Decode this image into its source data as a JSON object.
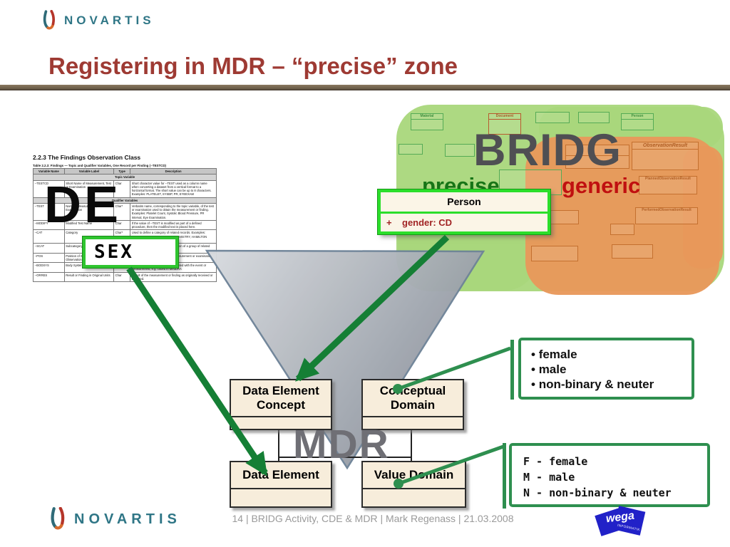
{
  "slide": {
    "title": "Registering in MDR – “precise” zone",
    "footer": "14 | BRIDG Activity, CDE & MDR | Mark Regenass | 21.03.2008"
  },
  "logos": {
    "novartis": "NOVARTIS",
    "wega": "wega",
    "wega_sub": "INFORMATIK"
  },
  "bridg": {
    "label": "BRIDG",
    "precise": "precise",
    "generic": "generic",
    "green_classes": {
      "material": "Material",
      "document": "Document",
      "person": "Person"
    },
    "orange_classes": {
      "observation_result": "ObservationResult",
      "planned_observation_result": "PlannedObservationResult",
      "performed_observation_result": "PerformedObservationResult"
    }
  },
  "person_class": {
    "name": "Person",
    "plus": "+",
    "attribute": "gender:  CD"
  },
  "annotations": {
    "de": "DE",
    "sex": "SEX"
  },
  "findings_table": {
    "heading": "2.2.3 The Findings Observation Class",
    "caption": "Table 2.2.3: Findings — Topic and Qualifier Variables, One Record per Finding (--TESTCD)",
    "columns": [
      "Variable Name",
      "Variable Label",
      "Type",
      "Description"
    ],
    "rows": [
      {
        "band": "Topic Variable"
      },
      {
        "cells": [
          "--TESTCD",
          "Short Name of Measurement, Test or Examination",
          "Char",
          "Short character value for --TEST used as a column name when converting a dataset from a vertical format to a horizontal format. The short value can be up to 8 characters. Examples: PLATELET, SYSBP, PR, EYEEXAM"
        ]
      },
      {
        "band": "Qualifier Variables"
      },
      {
        "cells": [
          "--TEST",
          "Name of Measurement, Test or Examination",
          "Char*",
          "Verbatim name, corresponding to the topic variable, of the test or examination used to obtain the measurement or finding. Examples: Platelet Count, Systolic Blood Pressure, PR Interval, Eye Examination."
        ]
      },
      {
        "cells": [
          "--MODIFY",
          "Modified Test Name",
          "Char",
          "If the value of --TEST is modified as part of a defined procedure, then the modified text is placed here."
        ]
      },
      {
        "cells": [
          "--CAT",
          "Category",
          "Char*",
          "Used to define a category of related records. Examples: HEMATOLOGY, URINALYSIS, CHEMISTRY, HAMILTON DEPRESSION SCALE, SF36"
        ]
      },
      {
        "cells": [
          "--SCAT",
          "Subcategory",
          "Char*",
          "Used to define a further categorization of a group of related records."
        ]
      },
      {
        "cells": [
          "--POS",
          "Position of Subject During Observation",
          "Char*",
          "Position of the subject during a measurement or examination. Examples:"
        ]
      },
      {
        "cells": [
          "--BODSYS",
          "Body System or Organ Class",
          "Char",
          "Body system or organ class associated with the event or measurement, e.g. coded in MedDRA"
        ]
      },
      {
        "cells": [
          "--ORRES",
          "Result or Finding in Original Units",
          "Char",
          "Result of the measurement or finding as originally received or collected."
        ]
      }
    ]
  },
  "mdr": {
    "label": "MDR",
    "boxes": {
      "data_element_concept": "Data Element Concept",
      "conceptual_domain": "Conceptual Domain",
      "data_element": "Data Element",
      "value_domain": "Value Domain"
    }
  },
  "value_lists": {
    "conceptual": [
      "female",
      "male",
      "non-binary & neuter"
    ],
    "coded": [
      "F - female",
      "M - male",
      "N - non-binary & neuter"
    ]
  },
  "colors": {
    "title_red": "#9e3a33",
    "rule_brown": "#6b5c47",
    "blob_green": "#a9d77b",
    "blob_orange": "#e8985b",
    "bridg_gray": "#4f4f53",
    "precise_green": "#177517",
    "generic_red": "#c01010",
    "person_border_green": "#2bde2b",
    "arrow_green": "#157f35",
    "value_box_green": "#2e8f4f",
    "mdr_box_fill": "#f7eddb",
    "novartis_teal": "#2f7686",
    "wega_blue": "#2121c8"
  }
}
